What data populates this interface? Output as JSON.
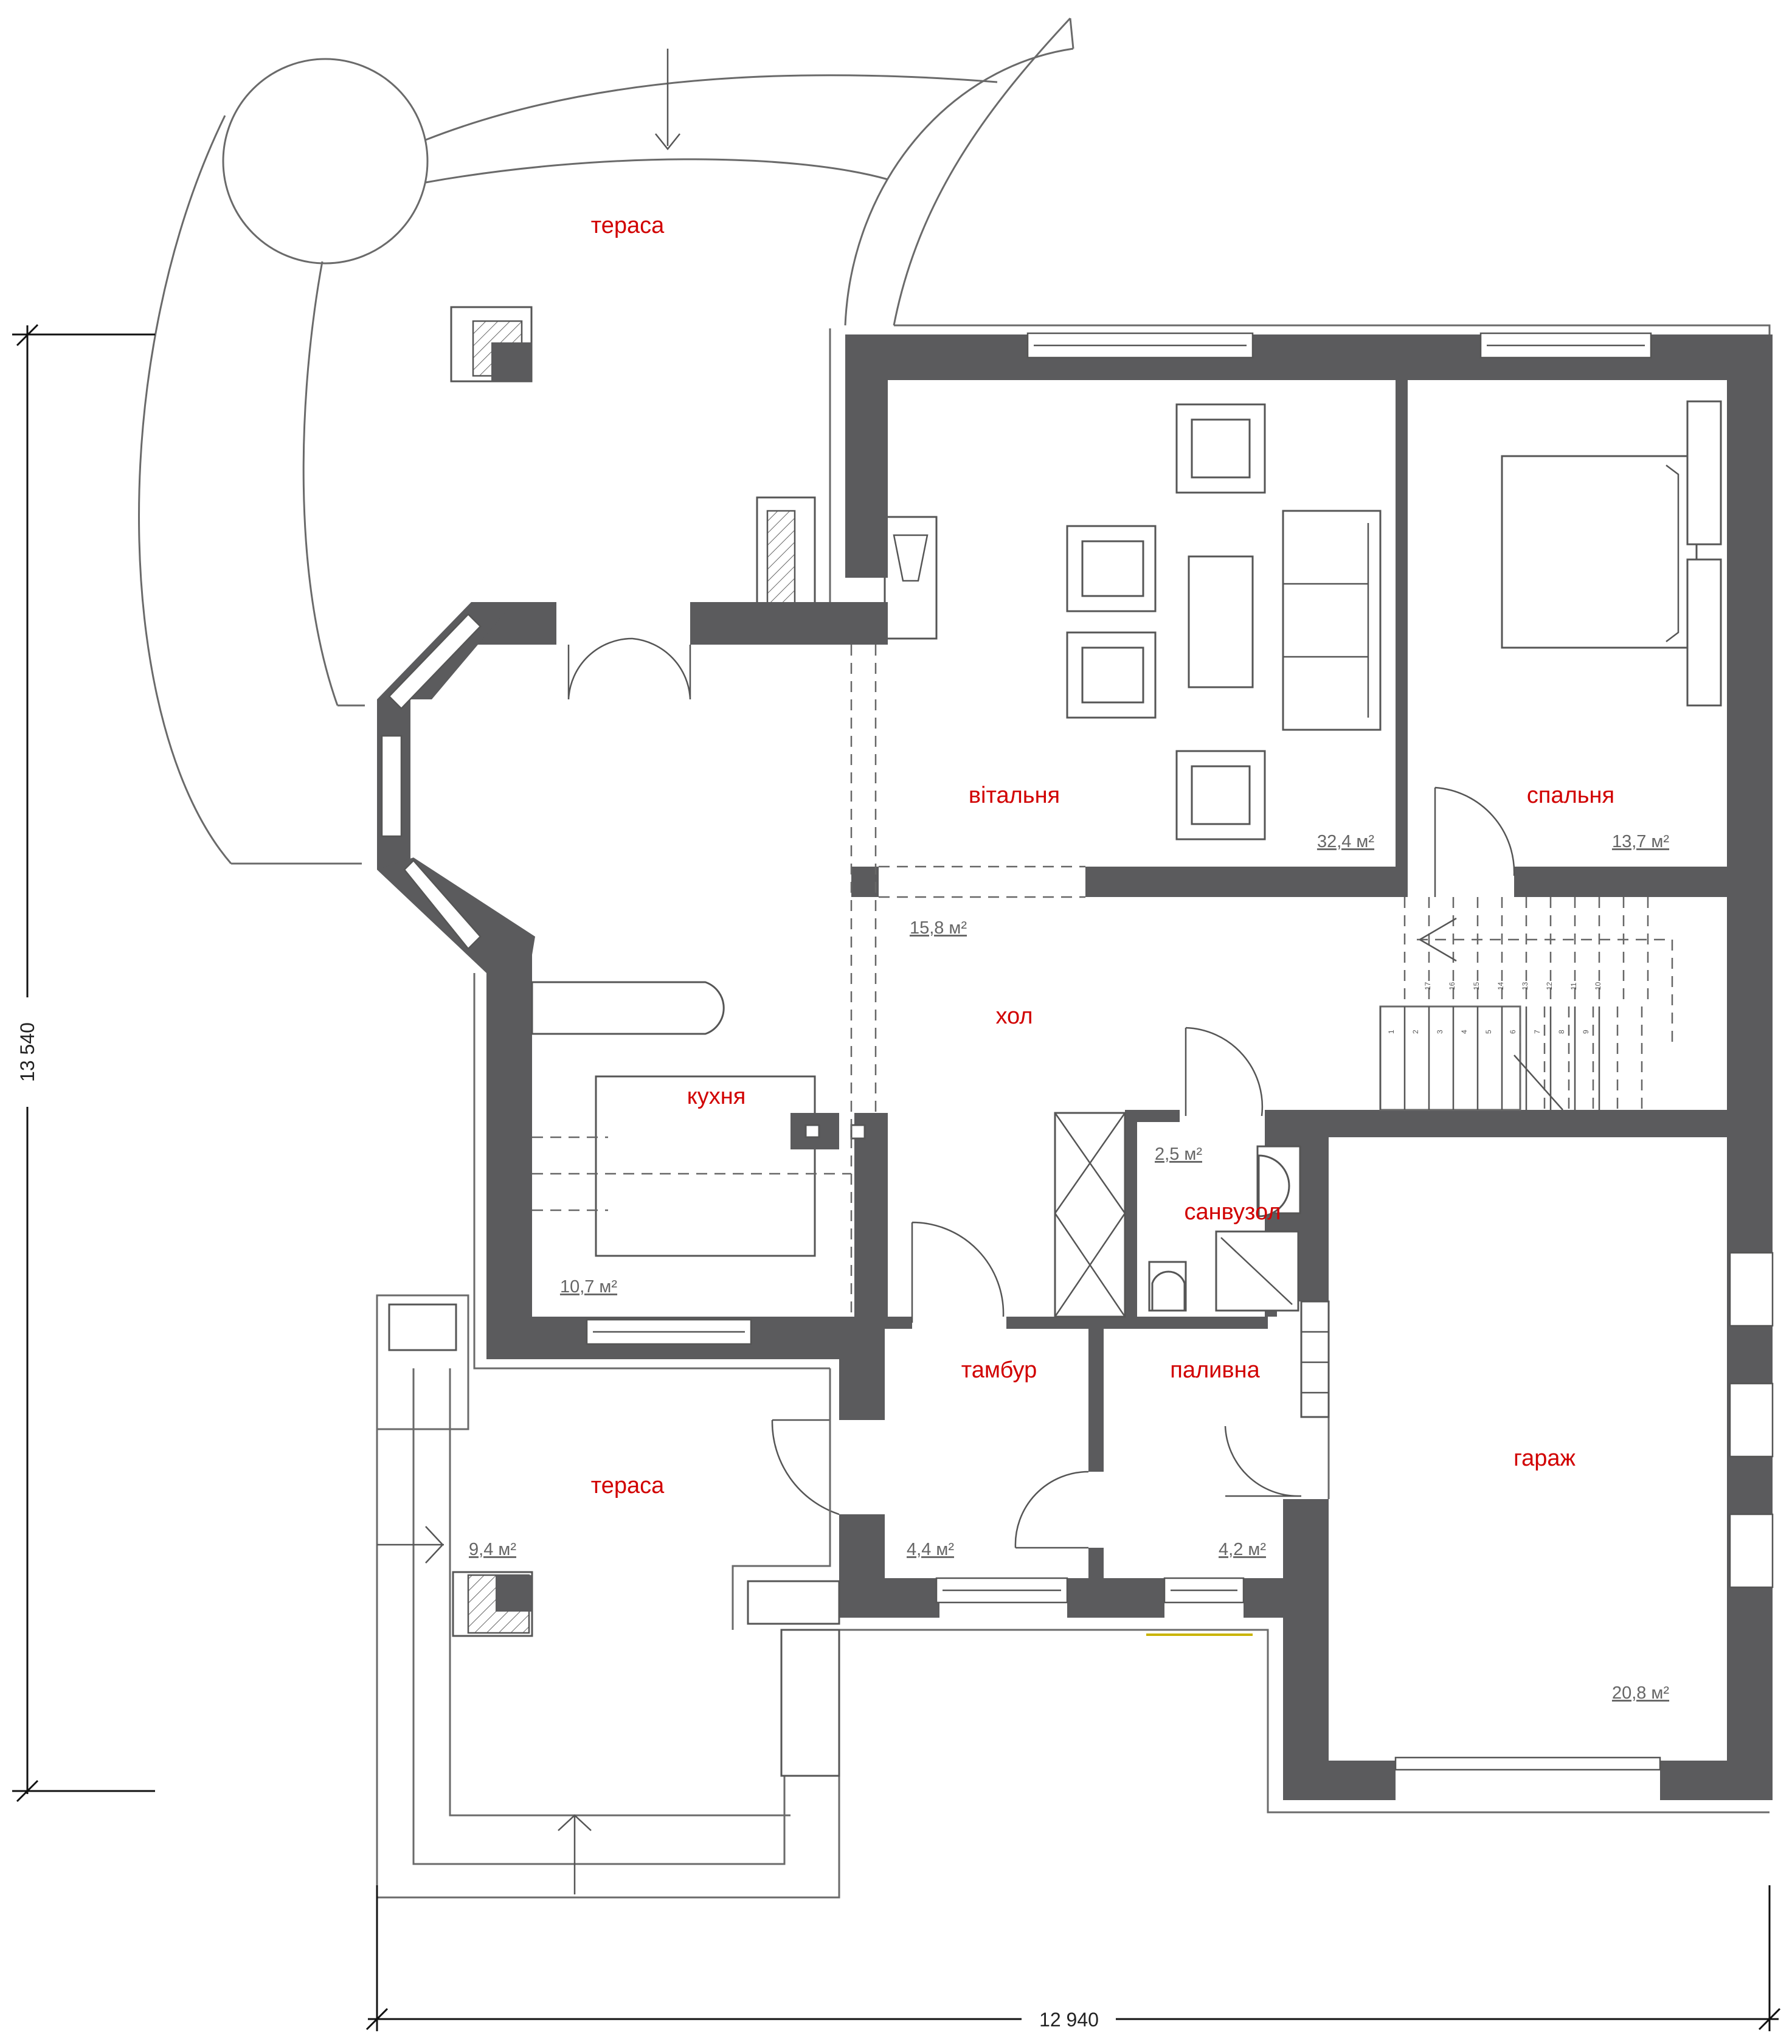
{
  "rooms": {
    "terrace_top": "тераса",
    "living": "вітальня",
    "bedroom": "спальня",
    "hall": "хол",
    "kitchen": "кухня",
    "bathroom": "санвузол",
    "vestibule": "тамбур",
    "boiler": "паливна",
    "terrace_bottom": "тераса",
    "garage": "гараж"
  },
  "areas": {
    "living": "32,4 м²",
    "bedroom": "13,7 м²",
    "hall": "15,8 м²",
    "kitchen": "10,7 м²",
    "bathroom": "2,5 м²",
    "vestibule": "4,4 м²",
    "boiler": "4,2 м²",
    "terrace_bottom": "9,4 м²",
    "garage": "20,8 м²"
  },
  "dimensions": {
    "height": "13 540",
    "width": "12 940"
  },
  "stair_steps": [
    "1",
    "2",
    "3",
    "4",
    "5",
    "6",
    "7",
    "8",
    "9",
    "10",
    "11",
    "12",
    "13",
    "14",
    "15",
    "16",
    "17"
  ],
  "colors": {
    "wall": "#5b5b5d",
    "room_label": "#d10000",
    "area_label": "#666666"
  }
}
